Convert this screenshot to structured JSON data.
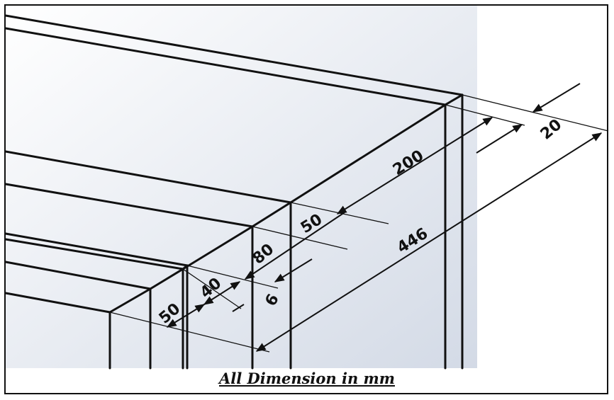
{
  "dimensions": {
    "d20": "20",
    "d200": "200",
    "d50_upper": "50",
    "d446": "446",
    "d80": "80",
    "d40": "40",
    "d50_lower": "50",
    "d6": "6"
  },
  "caption": "All Dimension in mm",
  "colors": {
    "line": "#111111",
    "background_light": "#ffffff",
    "background_shade": "#d3dae6"
  }
}
